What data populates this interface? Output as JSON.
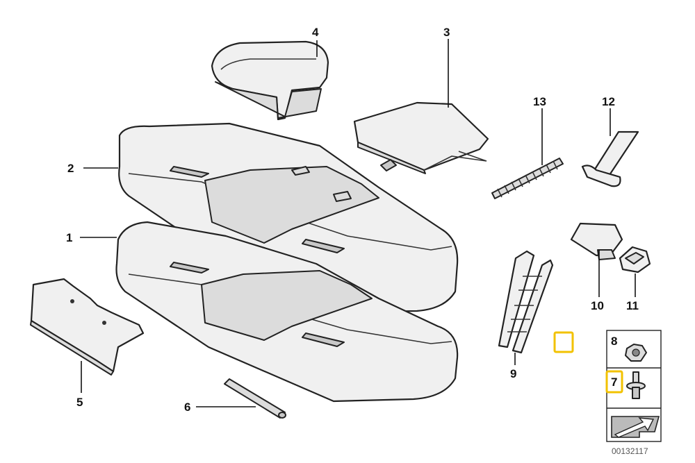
{
  "callouts": [
    {
      "id": "1",
      "label": "1"
    },
    {
      "id": "2",
      "label": "2"
    },
    {
      "id": "3",
      "label": "3"
    },
    {
      "id": "4",
      "label": "4"
    },
    {
      "id": "5",
      "label": "5"
    },
    {
      "id": "6",
      "label": "6"
    },
    {
      "id": "7",
      "label": "7"
    },
    {
      "id": "8",
      "label": "8"
    },
    {
      "id": "9",
      "label": "9"
    },
    {
      "id": "10",
      "label": "10"
    },
    {
      "id": "11",
      "label": "11"
    },
    {
      "id": "12",
      "label": "12"
    },
    {
      "id": "13",
      "label": "13"
    }
  ],
  "diagram_code": "00132117",
  "highlight_color": "#f2c200"
}
